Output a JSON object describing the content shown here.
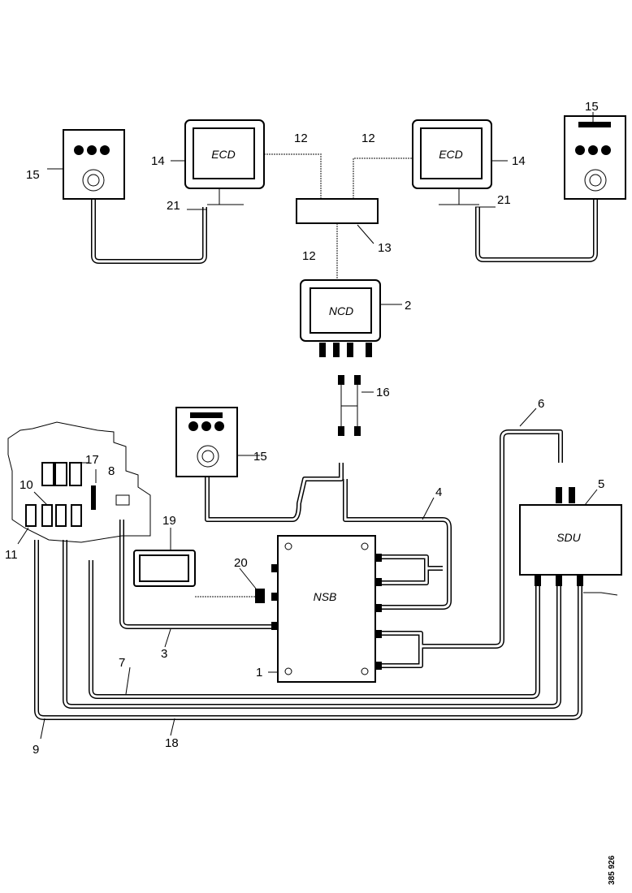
{
  "units": {
    "ecd_left": "ECD",
    "ecd_right": "ECD",
    "ncd": "NCD",
    "nsb": "NSB",
    "sdu": "SDU"
  },
  "callouts": {
    "c1": "1",
    "c2": "2",
    "c3": "3",
    "c4": "4",
    "c5": "5",
    "c6": "6",
    "c7": "7",
    "c8": "8",
    "c9": "9",
    "c10": "10",
    "c11": "11",
    "c12a": "12",
    "c12b": "12",
    "c12c": "12",
    "c13": "13",
    "c14a": "14",
    "c14b": "14",
    "c15a": "15",
    "c15b": "15",
    "c15c": "15",
    "c16": "16",
    "c17": "17",
    "c18": "18",
    "c19": "19",
    "c20": "20",
    "c21a": "21",
    "c21b": "21"
  },
  "document_number": "385 926"
}
